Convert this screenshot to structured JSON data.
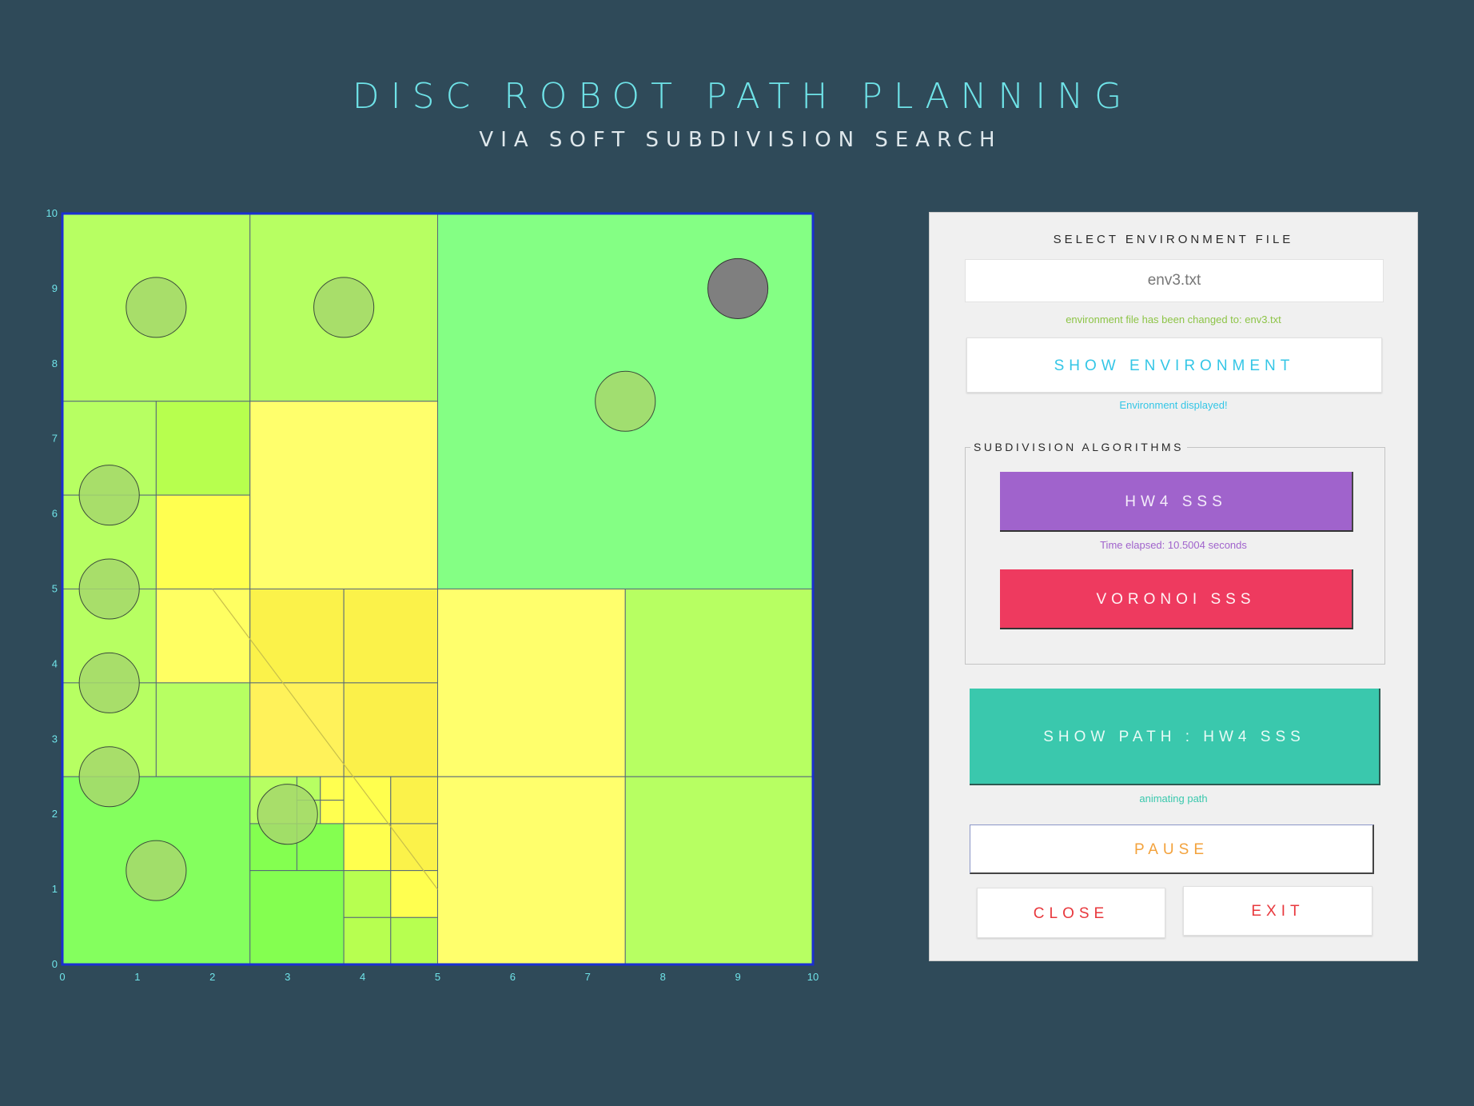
{
  "header": {
    "title": "DISC ROBOT PATH PLANNING",
    "subtitle": "VIA SOFT SUBDIVISION SEARCH"
  },
  "colors": {
    "background": "#2f4a59",
    "title": "#6fe3e8",
    "free_box": "#84ff84",
    "mixed_box": "#b6ff5e",
    "stuck_box": "#ffff6c",
    "obstacle": "#a6d86c",
    "robot": "#7f7f7f",
    "hw4_button": "#a063cc",
    "voronoi_button": "#ee3a5f",
    "path_button": "#3ac8ad"
  },
  "workspace": {
    "x_ticks": [
      "0",
      "1",
      "2",
      "3",
      "4",
      "5",
      "6",
      "7",
      "8",
      "9",
      "10"
    ],
    "y_ticks": [
      "0",
      "1",
      "2",
      "3",
      "4",
      "5",
      "6",
      "7",
      "8",
      "9",
      "10"
    ],
    "x_range": [
      0,
      10
    ],
    "y_range": [
      0,
      10
    ],
    "boxes": [
      {
        "x0": 0,
        "y0": 7.5,
        "x1": 2.5,
        "y1": 10,
        "fill": "#b7ff62"
      },
      {
        "x0": 2.5,
        "y0": 7.5,
        "x1": 5,
        "y1": 10,
        "fill": "#b7ff62"
      },
      {
        "x0": 5,
        "y0": 5,
        "x1": 10,
        "y1": 10,
        "fill": "#84ff84"
      },
      {
        "x0": 0,
        "y0": 6.25,
        "x1": 1.25,
        "y1": 7.5,
        "fill": "#b7ff62"
      },
      {
        "x0": 1.25,
        "y0": 6.25,
        "x1": 2.5,
        "y1": 7.5,
        "fill": "#b7ff4e"
      },
      {
        "x0": 0,
        "y0": 5,
        "x1": 1.25,
        "y1": 6.25,
        "fill": "#b7ff62"
      },
      {
        "x0": 1.25,
        "y0": 5,
        "x1": 2.5,
        "y1": 6.25,
        "fill": "#ffff50"
      },
      {
        "x0": 2.5,
        "y0": 5,
        "x1": 5,
        "y1": 7.5,
        "fill": "#ffff6c"
      },
      {
        "x0": 0,
        "y0": 3.75,
        "x1": 1.25,
        "y1": 5,
        "fill": "#b7ff62"
      },
      {
        "x0": 1.25,
        "y0": 3.75,
        "x1": 2.5,
        "y1": 5,
        "fill": "#ffff62"
      },
      {
        "x0": 0,
        "y0": 2.5,
        "x1": 1.25,
        "y1": 3.75,
        "fill": "#b7ff62"
      },
      {
        "x0": 1.25,
        "y0": 2.5,
        "x1": 2.5,
        "y1": 3.75,
        "fill": "#b7ff62"
      },
      {
        "x0": 2.5,
        "y0": 3.75,
        "x1": 3.75,
        "y1": 5,
        "fill": "#fbf24a"
      },
      {
        "x0": 3.75,
        "y0": 3.75,
        "x1": 5,
        "y1": 5,
        "fill": "#fbf24a"
      },
      {
        "x0": 2.5,
        "y0": 2.5,
        "x1": 3.75,
        "y1": 3.75,
        "fill": "#fff25a"
      },
      {
        "x0": 3.75,
        "y0": 2.5,
        "x1": 5,
        "y1": 3.75,
        "fill": "#fbf04a"
      },
      {
        "x0": 5,
        "y0": 2.5,
        "x1": 7.5,
        "y1": 5,
        "fill": "#ffff6c"
      },
      {
        "x0": 7.5,
        "y0": 2.5,
        "x1": 10,
        "y1": 5,
        "fill": "#b7ff62"
      },
      {
        "x0": 0,
        "y0": 0,
        "x1": 2.5,
        "y1": 2.5,
        "fill": "#84ff5e"
      },
      {
        "x0": 2.5,
        "y0": 1.875,
        "x1": 3.125,
        "y1": 2.5,
        "fill": "#b7ff62"
      },
      {
        "x0": 3.125,
        "y0": 2.1875,
        "x1": 3.4375,
        "y1": 2.5,
        "fill": "#b7ff62"
      },
      {
        "x0": 3.4375,
        "y0": 2.1875,
        "x1": 3.75,
        "y1": 2.5,
        "fill": "#ffff50"
      },
      {
        "x0": 3.125,
        "y0": 1.875,
        "x1": 3.4375,
        "y1": 2.1875,
        "fill": "#b7ff62"
      },
      {
        "x0": 3.4375,
        "y0": 1.875,
        "x1": 3.75,
        "y1": 2.1875,
        "fill": "#ffff50"
      },
      {
        "x0": 2.5,
        "y0": 1.25,
        "x1": 3.125,
        "y1": 1.875,
        "fill": "#84ff50"
      },
      {
        "x0": 3.125,
        "y0": 1.25,
        "x1": 3.75,
        "y1": 1.875,
        "fill": "#84ff50"
      },
      {
        "x0": 3.75,
        "y0": 1.875,
        "x1": 4.375,
        "y1": 2.5,
        "fill": "#ffff4e"
      },
      {
        "x0": 4.375,
        "y0": 1.875,
        "x1": 5,
        "y1": 2.5,
        "fill": "#fbf24a"
      },
      {
        "x0": 3.75,
        "y0": 1.25,
        "x1": 4.375,
        "y1": 1.875,
        "fill": "#ffff4e"
      },
      {
        "x0": 4.375,
        "y0": 1.25,
        "x1": 5,
        "y1": 1.875,
        "fill": "#fbf24a"
      },
      {
        "x0": 2.5,
        "y0": 0,
        "x1": 3.75,
        "y1": 1.25,
        "fill": "#84ff50"
      },
      {
        "x0": 3.75,
        "y0": 0.625,
        "x1": 4.375,
        "y1": 1.25,
        "fill": "#b7ff50"
      },
      {
        "x0": 4.375,
        "y0": 0.625,
        "x1": 5,
        "y1": 1.25,
        "fill": "#ffff50"
      },
      {
        "x0": 3.75,
        "y0": 0,
        "x1": 4.375,
        "y1": 0.625,
        "fill": "#b7ff50"
      },
      {
        "x0": 4.375,
        "y0": 0,
        "x1": 5,
        "y1": 0.625,
        "fill": "#b7ff50"
      },
      {
        "x0": 5,
        "y0": 0,
        "x1": 7.5,
        "y1": 2.5,
        "fill": "#ffff6c"
      },
      {
        "x0": 7.5,
        "y0": 0,
        "x1": 10,
        "y1": 2.5,
        "fill": "#b7ff62"
      }
    ],
    "obstacles": [
      {
        "x": 1.25,
        "y": 8.75,
        "r": 0.4
      },
      {
        "x": 3.75,
        "y": 8.75,
        "r": 0.4
      },
      {
        "x": 7.5,
        "y": 7.5,
        "r": 0.4
      },
      {
        "x": 0.625,
        "y": 6.25,
        "r": 0.4
      },
      {
        "x": 0.625,
        "y": 5.0,
        "r": 0.4
      },
      {
        "x": 0.625,
        "y": 3.75,
        "r": 0.4
      },
      {
        "x": 0.625,
        "y": 2.5,
        "r": 0.4
      },
      {
        "x": 1.25,
        "y": 1.25,
        "r": 0.4
      },
      {
        "x": 3.0,
        "y": 2.0,
        "r": 0.4
      }
    ],
    "robot": {
      "x": 9.0,
      "y": 9.0,
      "r": 0.4
    },
    "path": [
      [
        2.0,
        5.0
      ],
      [
        5.0,
        1.0
      ]
    ]
  },
  "panel": {
    "env_label": "SELECT ENVIRONMENT FILE",
    "env_file": "env3.txt",
    "env_changed_msg": "environment file has been changed to: env3.txt",
    "show_env_label": "SHOW ENVIRONMENT",
    "env_displayed_msg": "Environment displayed!",
    "algorithms_legend": "SUBDIVISION ALGORITHMS",
    "hw4_label": "HW4 SSS",
    "time_msg": "Time elapsed: 10.5004 seconds",
    "voronoi_label": "VORONOI SSS",
    "show_path_label": "SHOW PATH : HW4 SSS",
    "animating_msg": "animating path",
    "pause_label": "PAUSE",
    "close_label": "CLOSE",
    "exit_label": "EXIT"
  }
}
